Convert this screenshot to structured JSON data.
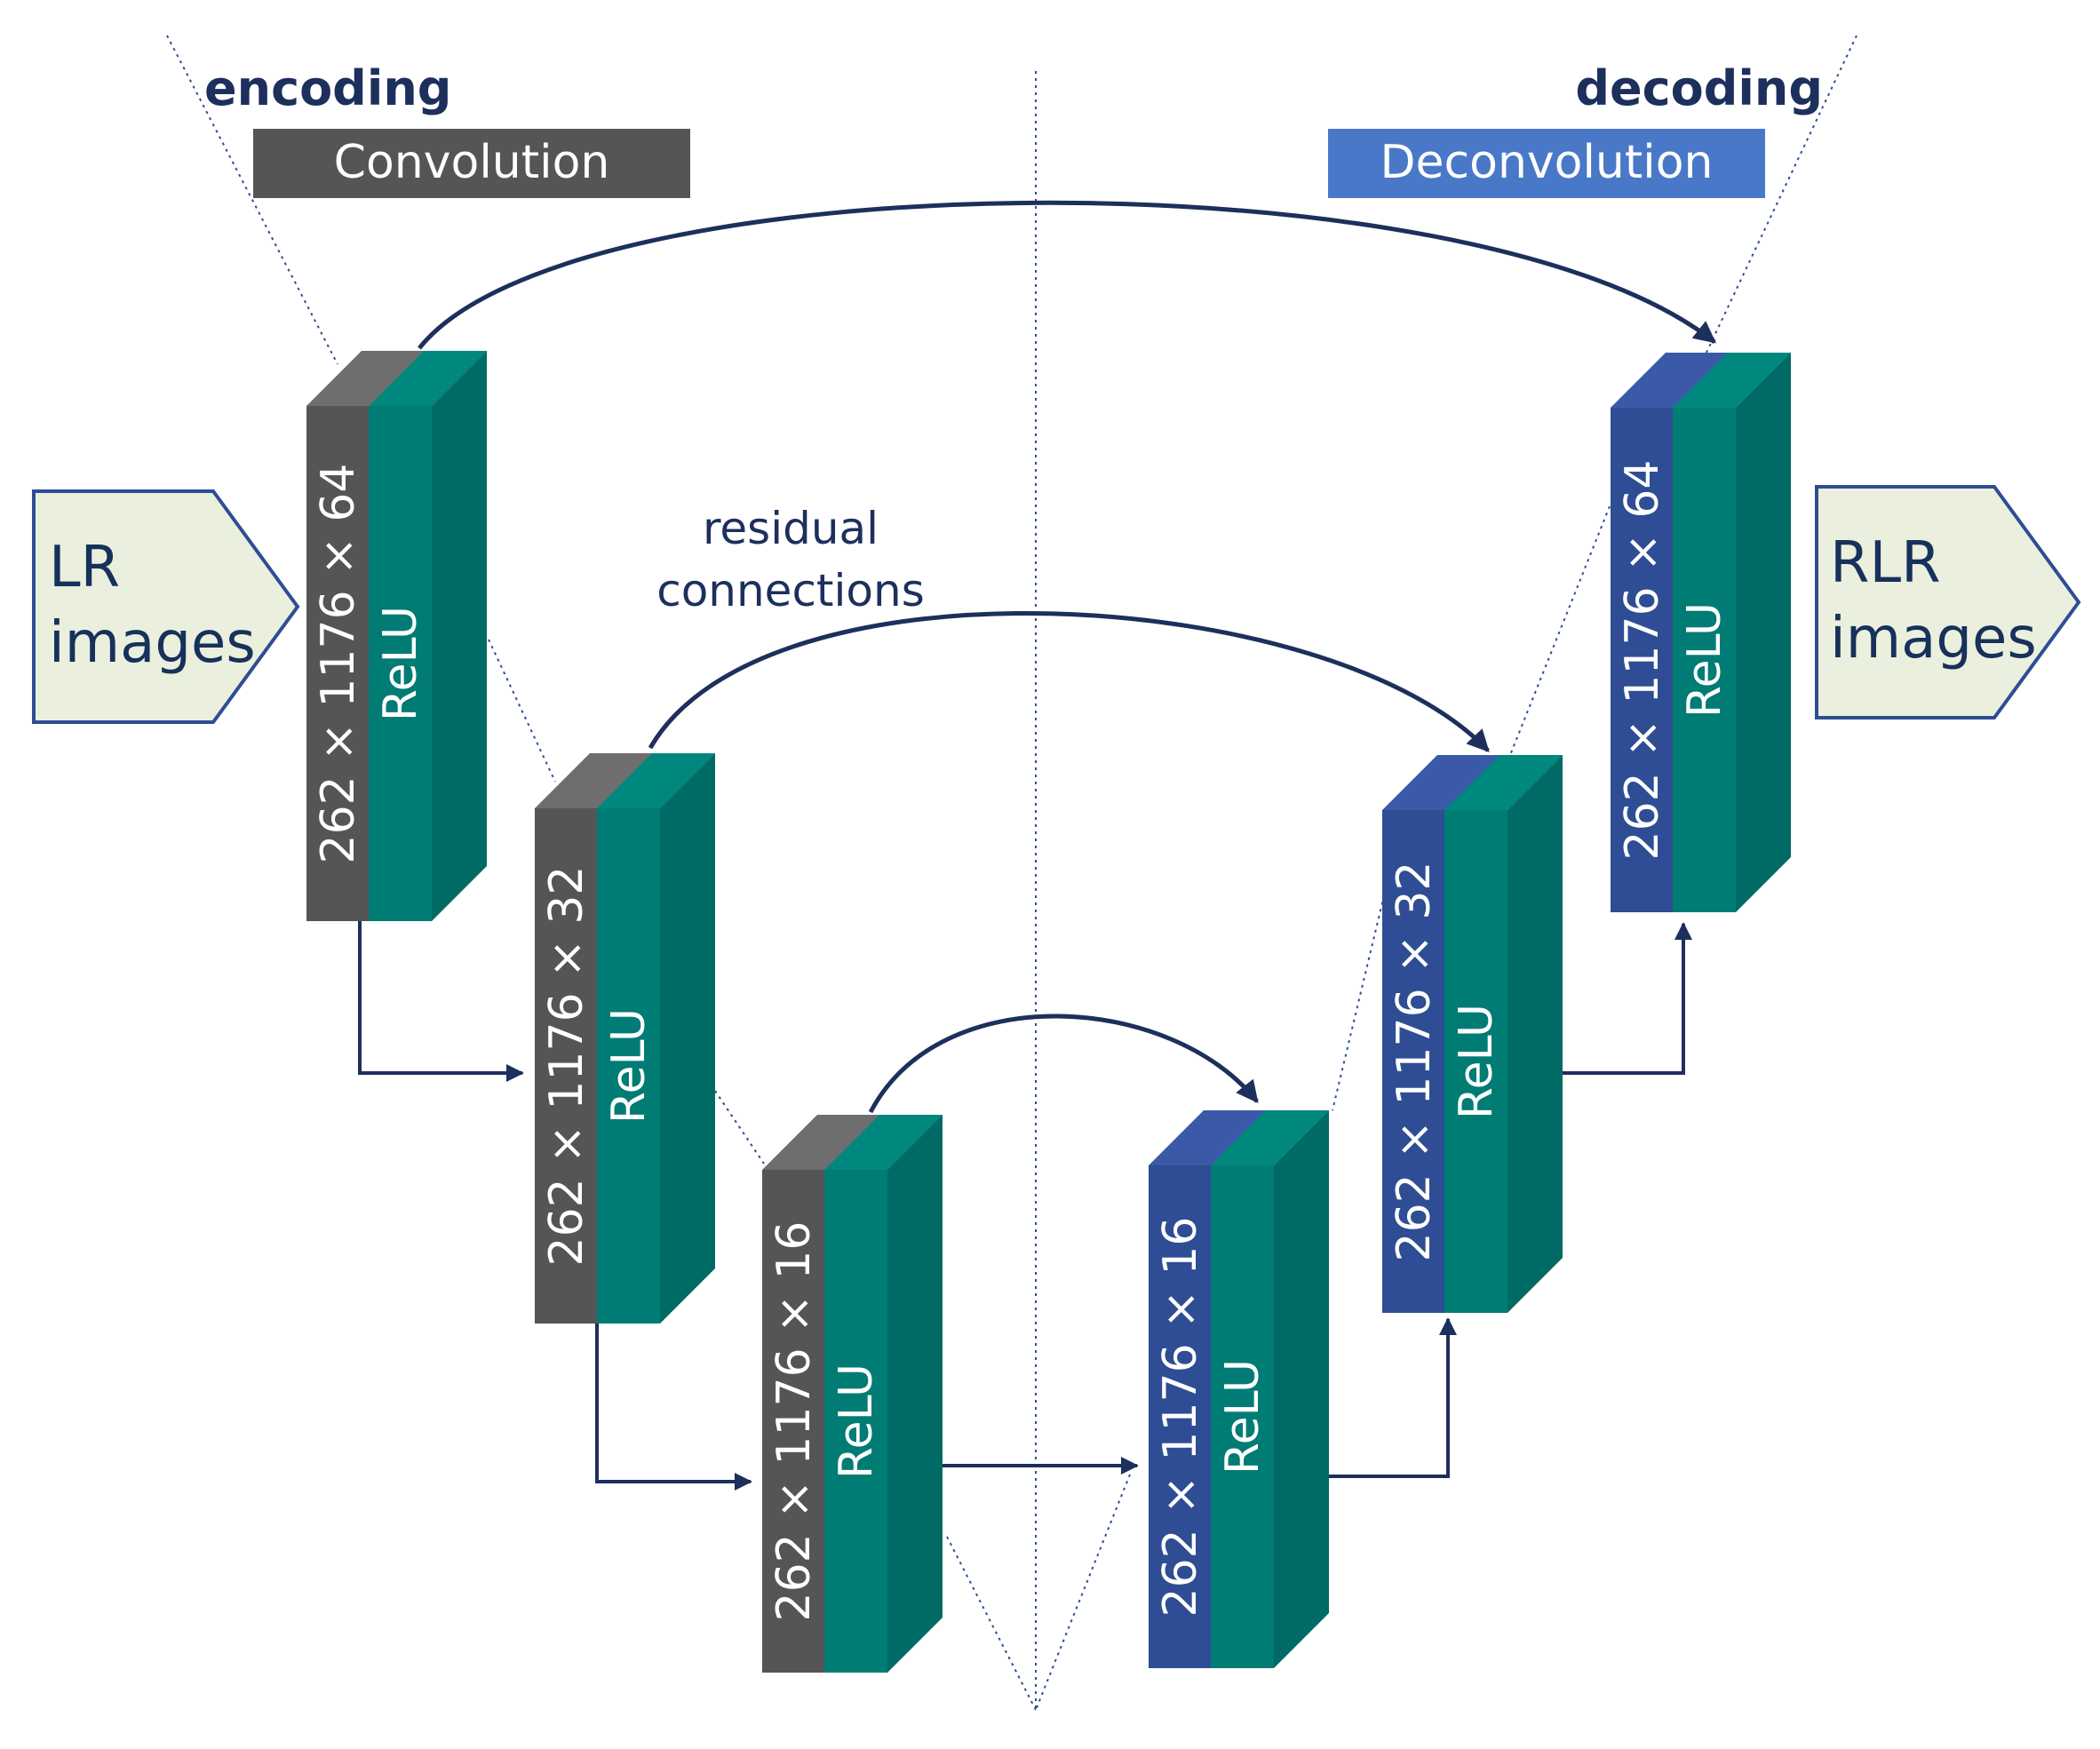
{
  "labels": {
    "encoding": "encoding",
    "decoding": "decoding",
    "residual_line1": "residual",
    "residual_line2": "connections"
  },
  "legend": {
    "convolution": "Convolution",
    "deconvolution": "Deconvolution"
  },
  "io": {
    "input_line1": "LR",
    "input_line2": "images",
    "output_line1": "RLR",
    "output_line2": "images"
  },
  "blocks": {
    "enc1": {
      "dims": "262 × 1176 × 64",
      "activation": "ReLU"
    },
    "enc2": {
      "dims": "262 × 1176 × 32",
      "activation": "ReLU"
    },
    "enc3": {
      "dims": "262 × 1176 × 16",
      "activation": "ReLU"
    },
    "dec3": {
      "dims": "262 × 1176 × 16",
      "activation": "ReLU"
    },
    "dec2": {
      "dims": "262 × 1176 × 32",
      "activation": "ReLU"
    },
    "dec1": {
      "dims": "262 × 1176 × 64",
      "activation": "ReLU"
    }
  },
  "colors": {
    "conv": "#555555",
    "deconv": "#2e4d94",
    "legend_deconv": "#4a78c8",
    "relu": "#007c74",
    "relu_side": "#006a64",
    "arrow": "#1d2f5c",
    "io_fill": "#ebefdd",
    "io_stroke": "#2e4d94"
  }
}
